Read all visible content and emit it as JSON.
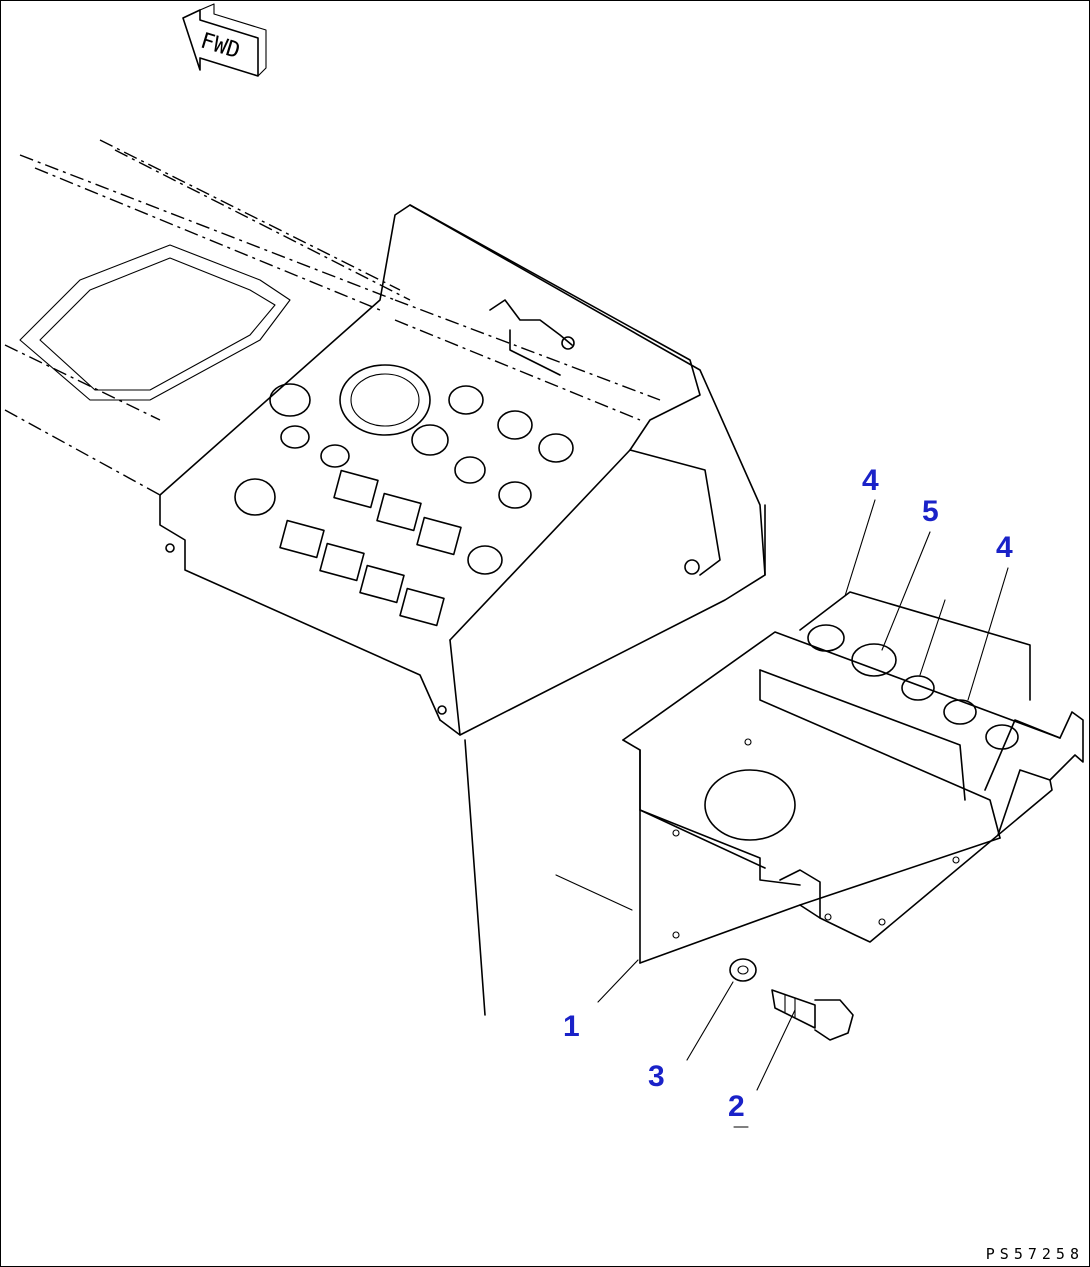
{
  "diagram": {
    "direction_marker": "FWD",
    "document_code": "PS57258",
    "callout_color": "#1a22c8",
    "callouts": [
      {
        "id": "callout-4a",
        "label": "4"
      },
      {
        "id": "callout-5",
        "label": "5"
      },
      {
        "id": "callout-4b",
        "label": "4"
      },
      {
        "id": "callout-1",
        "label": "1"
      },
      {
        "id": "callout-3",
        "label": "3"
      },
      {
        "id": "callout-2",
        "label": "2"
      }
    ]
  }
}
